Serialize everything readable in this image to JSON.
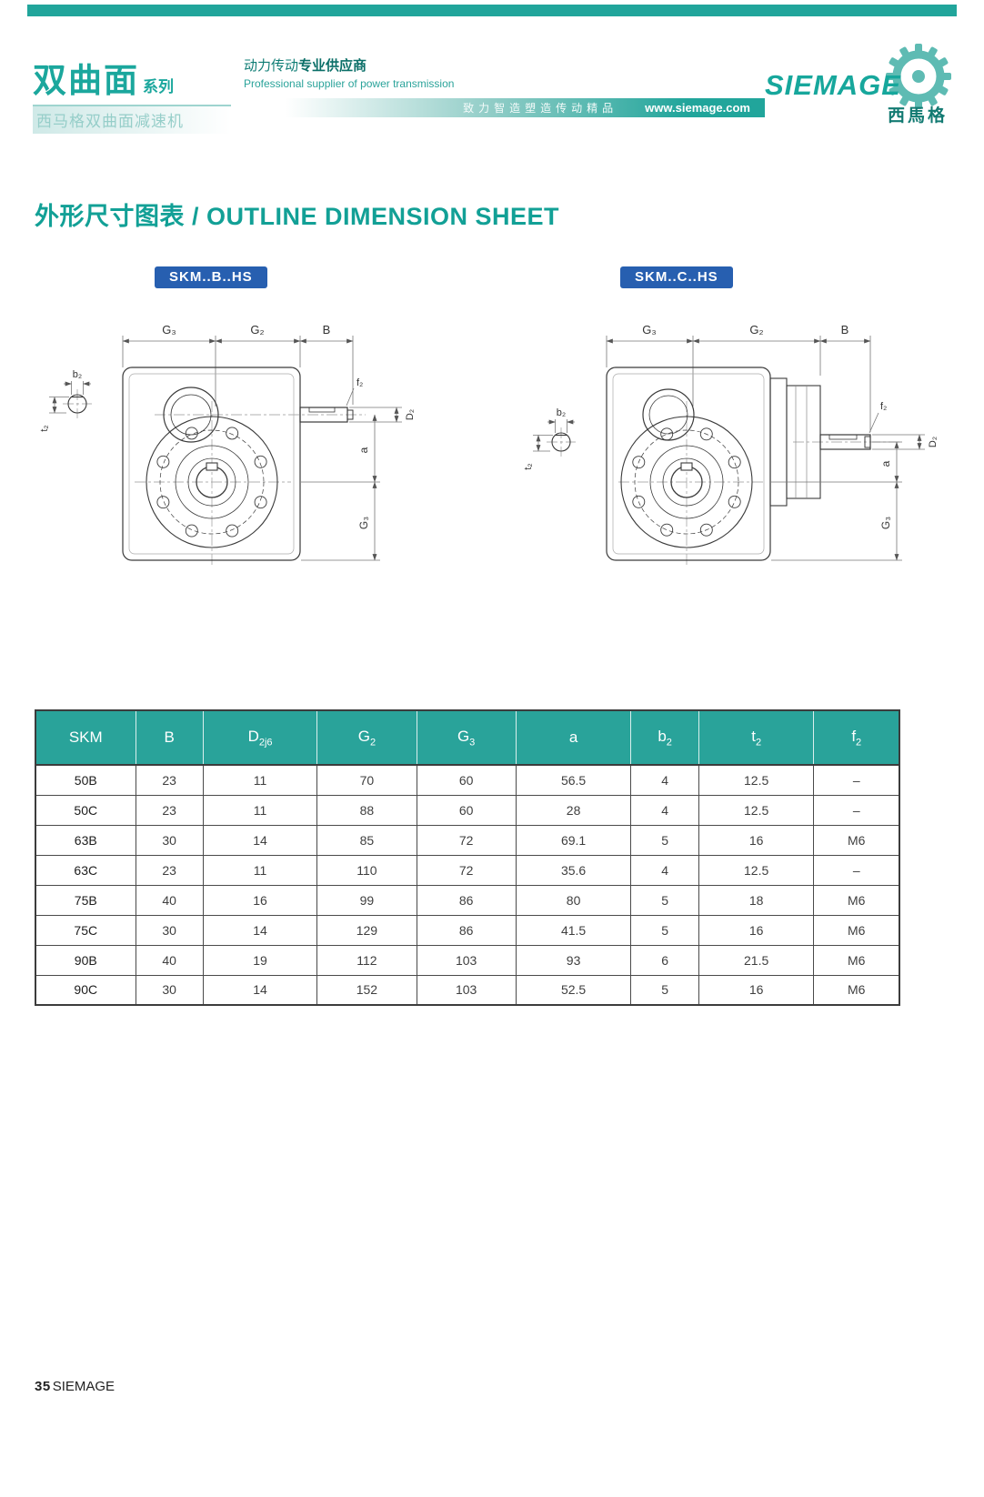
{
  "page": {
    "number": "35",
    "brand": "SIEMAGE"
  },
  "header": {
    "series_title": "双曲面",
    "series_suffix": "系列",
    "series_subtitle": "西马格双曲面减速机",
    "slogan_cn_light": "动力传动",
    "slogan_cn_bold": "专业供应商",
    "slogan_en": "Professional supplier of power transmission",
    "tagline": "致力智造塑造传动精品",
    "website": "www.siemage.com",
    "logo_text": "SIEMAGE",
    "logo_cn": "西馬格"
  },
  "section": {
    "title": "外形尺寸图表 / OUTLINE DIMENSION SHEET"
  },
  "drawings": [
    {
      "label": "SKM..B..HS",
      "dims": {
        "g3_top": "G₃",
        "g2_top": "G₂",
        "b_top": "B",
        "b2": "b₂",
        "t2": "t₂",
        "f2": "f₂",
        "d2": "D₂",
        "a": "a",
        "g3_side": "G₃"
      }
    },
    {
      "label": "SKM..C..HS",
      "dims": {
        "g3_top": "G₃",
        "g2_top": "G₂",
        "b_top": "B",
        "b2": "b₂",
        "t2": "t₂",
        "f2": "f₂",
        "d2": "D₂",
        "a": "a",
        "g3_side": "G₃"
      }
    }
  ],
  "table": {
    "headers": [
      {
        "label": "SKM",
        "sub": ""
      },
      {
        "label": "B",
        "sub": ""
      },
      {
        "label": "D",
        "sub": "2j6"
      },
      {
        "label": "G",
        "sub": "2"
      },
      {
        "label": "G",
        "sub": "3"
      },
      {
        "label": "a",
        "sub": ""
      },
      {
        "label": "b",
        "sub": "2"
      },
      {
        "label": "t",
        "sub": "2"
      },
      {
        "label": "f",
        "sub": "2"
      }
    ],
    "rows": [
      [
        "50B",
        "23",
        "11",
        "70",
        "60",
        "56.5",
        "4",
        "12.5",
        "–"
      ],
      [
        "50C",
        "23",
        "11",
        "88",
        "60",
        "28",
        "4",
        "12.5",
        "–"
      ],
      [
        "63B",
        "30",
        "14",
        "85",
        "72",
        "69.1",
        "5",
        "16",
        "M6"
      ],
      [
        "63C",
        "23",
        "11",
        "110",
        "72",
        "35.6",
        "4",
        "12.5",
        "–"
      ],
      [
        "75B",
        "40",
        "16",
        "99",
        "86",
        "80",
        "5",
        "18",
        "M6"
      ],
      [
        "75C",
        "30",
        "14",
        "129",
        "86",
        "41.5",
        "5",
        "16",
        "M6"
      ],
      [
        "90B",
        "40",
        "19",
        "112",
        "103",
        "93",
        "6",
        "21.5",
        "M6"
      ],
      [
        "90C",
        "30",
        "14",
        "152",
        "103",
        "52.5",
        "5",
        "16",
        "M6"
      ]
    ]
  }
}
